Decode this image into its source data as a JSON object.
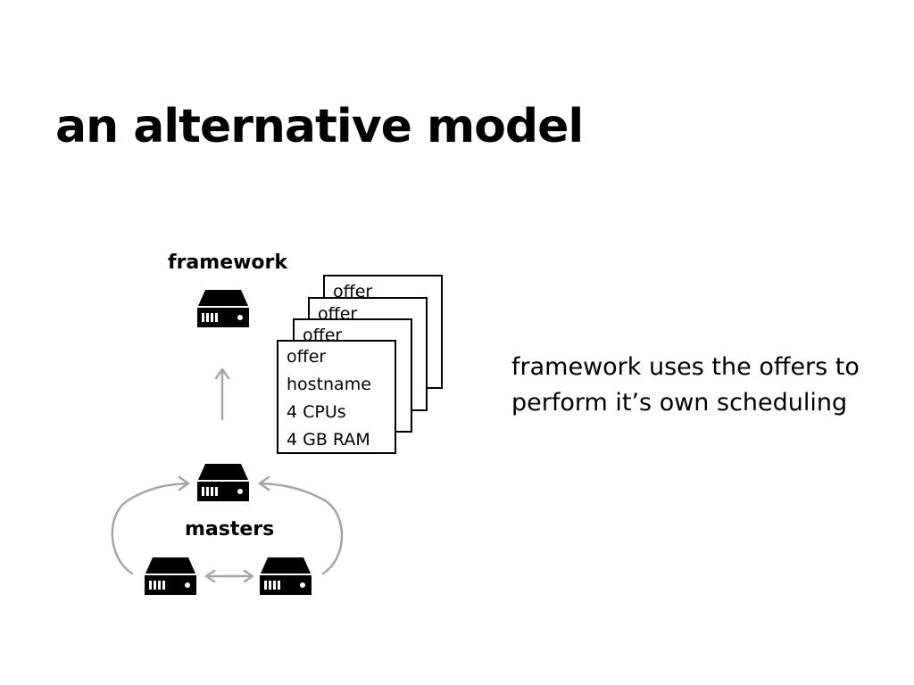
{
  "slide": {
    "title": "an alternative model"
  },
  "diagram": {
    "framework_label": "framework",
    "masters_label": "masters",
    "offer_cards": [
      {
        "lines": [
          "offer"
        ]
      },
      {
        "lines": [
          "offer"
        ]
      },
      {
        "lines": [
          "offer"
        ]
      },
      {
        "lines": [
          "offer",
          "hostname",
          "4 CPUs",
          "4 GB RAM"
        ]
      }
    ],
    "description": {
      "line1": "framework uses the offers to",
      "line2": "perform it’s own scheduling"
    }
  },
  "colors": {
    "text": "#000000",
    "connector": "#a6a6a6",
    "server": "#000000",
    "background": "#ffffff"
  },
  "icons": [
    "server-icon",
    "arrow-up-icon",
    "double-arrow-icon"
  ]
}
